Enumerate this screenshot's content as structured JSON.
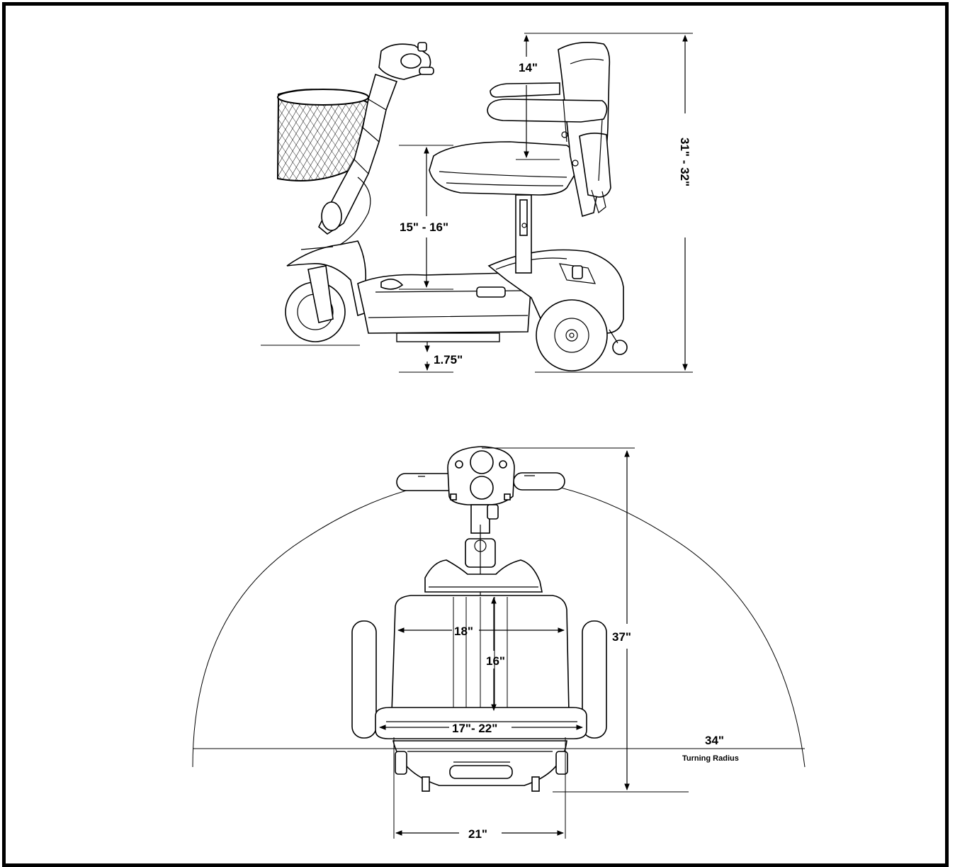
{
  "side_view": {
    "dimensions": {
      "backrest_height": "14\"",
      "overall_height": "31\" - 32\"",
      "seat_height": "15\" - 16\"",
      "ground_clearance": "1.75\""
    }
  },
  "top_view": {
    "dimensions": {
      "seat_width": "18\"",
      "seat_depth": "16\"",
      "armrest_width": "17\"- 22\"",
      "overall_length": "37\"",
      "turning_radius_value": "34\"",
      "turning_radius_label": "Turning Radius",
      "overall_width": "21\""
    }
  }
}
